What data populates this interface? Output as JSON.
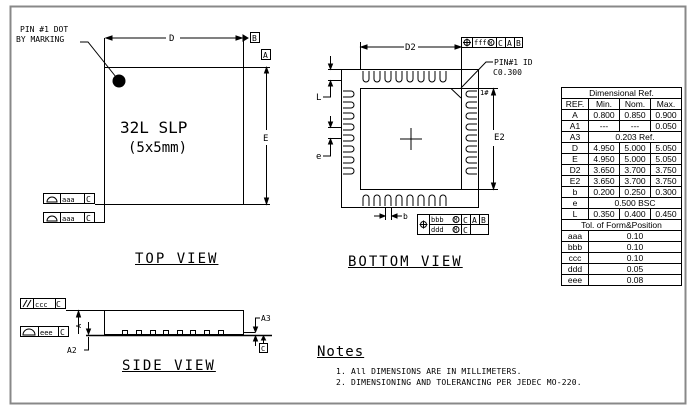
{
  "top_view": {
    "title": "TOP VIEW",
    "package_label_line1": "32L SLP",
    "package_label_line2": "(5x5mm)",
    "pin1_callout_line1": "PIN #1 DOT",
    "pin1_callout_line2": "BY MARKING",
    "dim_d": "D",
    "dim_e": "E",
    "datum_a": "A",
    "datum_b": "B",
    "fcf_1": {
      "tol": "aaa",
      "datum": "C"
    },
    "fcf_2": {
      "tol": "aaa",
      "datum": "C"
    }
  },
  "bottom_view": {
    "title": "BOTTOM VIEW",
    "dim_d2": "D2",
    "dim_e2": "E2",
    "dim_l": "L",
    "dim_e": "e",
    "dim_b": "b",
    "pin1_id_line1": "PIN#1 ID",
    "pin1_id_line2": "C0.300",
    "pin1_mark": "1#",
    "fcf_top": {
      "tol": "fff",
      "modifier": "M",
      "datums": [
        "C",
        "A",
        "B"
      ]
    },
    "fcf_bottom_row1": {
      "tol": "bbb",
      "modifier": "M",
      "datums": [
        "C",
        "A",
        "B"
      ]
    },
    "fcf_bottom_row2": {
      "tol": "ddd",
      "modifier": "M",
      "datums": [
        "C"
      ]
    }
  },
  "side_view": {
    "title": "SIDE VIEW",
    "dim_a": "A",
    "dim_a2": "A2",
    "dim_a3": "A3",
    "datum_c": "C",
    "fcf_1": {
      "tol": "ccc",
      "datum": "C"
    },
    "fcf_2": {
      "tol": "eee",
      "datum": "C"
    }
  },
  "dimension_table": {
    "title": "Dimensional Ref.",
    "headers": [
      "REF.",
      "Min.",
      "Nom.",
      "Max."
    ],
    "rows": [
      {
        "ref": "A",
        "min": "0.800",
        "nom": "0.850",
        "max": "0.900"
      },
      {
        "ref": "A1",
        "min": "---",
        "nom": "---",
        "max": "0.050"
      },
      {
        "ref": "A3",
        "span": "0.203 Ref."
      },
      {
        "ref": "D",
        "min": "4.950",
        "nom": "5.000",
        "max": "5.050"
      },
      {
        "ref": "E",
        "min": "4.950",
        "nom": "5.000",
        "max": "5.050"
      },
      {
        "ref": "D2",
        "min": "3.650",
        "nom": "3.700",
        "max": "3.750"
      },
      {
        "ref": "E2",
        "min": "3.650",
        "nom": "3.700",
        "max": "3.750"
      },
      {
        "ref": "b",
        "min": "0.200",
        "nom": "0.250",
        "max": "0.300"
      },
      {
        "ref": "e",
        "span": "0.500 BSC"
      },
      {
        "ref": "L",
        "min": "0.350",
        "nom": "0.400",
        "max": "0.450"
      }
    ],
    "tol_title": "Tol. of Form&Position",
    "tol_rows": [
      {
        "ref": "aaa",
        "value": "0.10"
      },
      {
        "ref": "bbb",
        "value": "0.10"
      },
      {
        "ref": "ccc",
        "value": "0.10"
      },
      {
        "ref": "ddd",
        "value": "0.05"
      },
      {
        "ref": "eee",
        "value": "0.08"
      }
    ]
  },
  "notes": {
    "title": "Notes",
    "items": [
      "1. All DIMENSIONS ARE IN MILLIMETERS.",
      "2. DIMENSIONING AND TOLERANCING PER JEDEC MO-220."
    ]
  }
}
